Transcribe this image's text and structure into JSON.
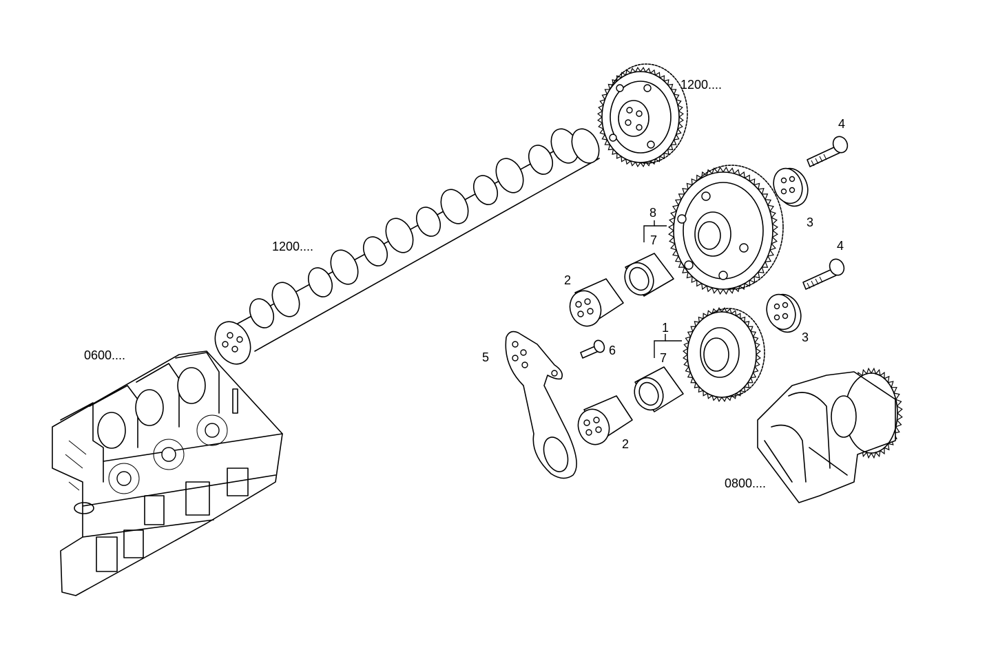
{
  "diagram": {
    "callouts": {
      "ref_camshaft_gear": "1200....",
      "ref_camshaft": "1200....",
      "ref_cylinder_head": "0600....",
      "ref_crankshaft": "0800....",
      "part_1": "1",
      "part_2_upper": "2",
      "part_2_lower": "2",
      "part_3_upper": "3",
      "part_3_lower": "3",
      "part_4_upper": "4",
      "part_4_lower": "4",
      "part_5": "5",
      "part_6": "6",
      "part_7_upper": "7",
      "part_7_lower": "7",
      "part_8": "8"
    }
  }
}
